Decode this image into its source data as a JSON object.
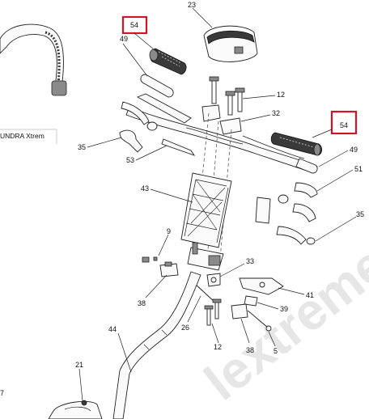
{
  "model_caption": "UNDRA Xtrem",
  "watermark": "lextreme",
  "highlight_color": "#d2142a",
  "callouts": {
    "c23": "23",
    "c54a": "54",
    "c49a": "49",
    "c12a": "12",
    "c32": "32",
    "c54b": "54",
    "c35a": "35",
    "c53": "53",
    "c49b": "49",
    "c51": "51",
    "c43": "43",
    "c35b": "35",
    "c9": "9",
    "c33": "33",
    "c41": "41",
    "c38a": "38",
    "c39": "39",
    "c26": "26",
    "c44": "44",
    "c12b": "12",
    "c38b": "38",
    "c5": "5",
    "c21": "21",
    "c7": "7"
  }
}
